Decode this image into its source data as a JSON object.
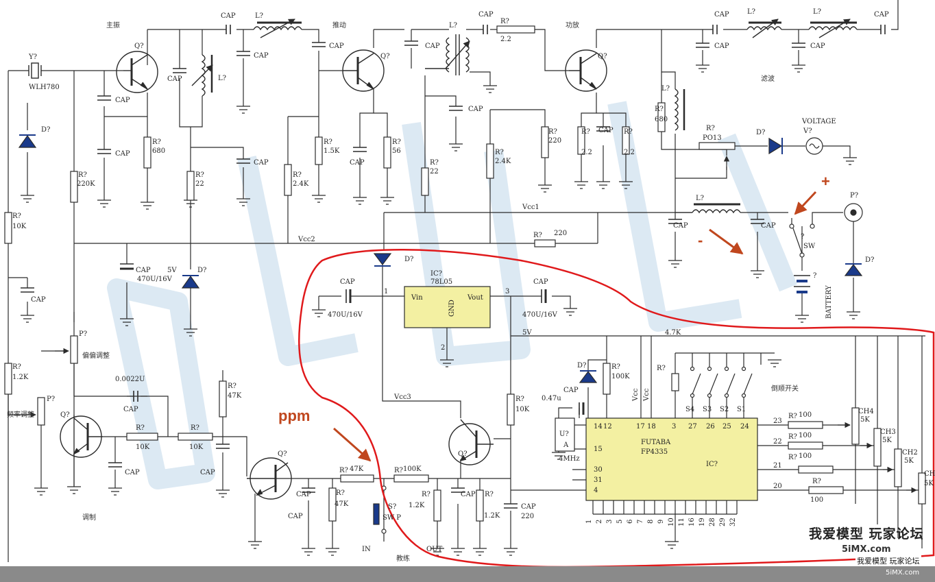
{
  "sections": {
    "main_osc": "主振",
    "driver": "推动",
    "power_amp": "功放",
    "filter": "滤波",
    "bias_adj": "偏偏调整",
    "freq_adj": "频率调整",
    "modulation": "调制",
    "trainer": "教练",
    "channel_switch": "倒顺开关"
  },
  "annotations": {
    "ppm": "ppm",
    "plus": "+",
    "minus": "-"
  },
  "nets": {
    "vcc1": "Vcc1",
    "vcc2": "Vcc2",
    "vcc3": "Vcc3",
    "v5": "5V",
    "r47k_top": "4.7K"
  },
  "crystal": {
    "ref": "Y?",
    "part": "WLH780"
  },
  "regulator": {
    "ref": "IC?",
    "part": "78L05",
    "vin": "Vin",
    "vout": "Vout",
    "gnd": "GND",
    "pin1": "1",
    "pin2": "2",
    "pin3": "3"
  },
  "encoder": {
    "ref": "IC?",
    "maker": "FUTABA",
    "part": "FP4335",
    "pins_left": [
      "14",
      "15",
      "30",
      "31",
      "4"
    ],
    "pin12": "12",
    "pin17": "17",
    "pin18": "18",
    "pins_sw": [
      "3",
      "27",
      "26",
      "25",
      "24"
    ],
    "sw_labels": [
      "S4",
      "S3",
      "S2",
      "S1"
    ],
    "pins_right": [
      "23",
      "22",
      "21",
      "20"
    ],
    "pins_bottom": [
      "1",
      "2",
      "3",
      "5",
      "6",
      "7",
      "8",
      "9",
      "10",
      "11",
      "16",
      "19",
      "28",
      "29",
      "32"
    ],
    "vcc_a": "Vcc",
    "vcc_b": "Vcc"
  },
  "osc_module": {
    "ref": "U?",
    "sub": "A",
    "freq": "4MHz"
  },
  "labels": {
    "transistor": "Q?",
    "inductor": "L?",
    "cap": "CAP",
    "res": "R?",
    "diode": "D?",
    "pot": "P?",
    "sw_ref": "S?",
    "sw": "SW",
    "q_mark": "?",
    "r_10k": "10K",
    "r_1_2k": "1.2K",
    "r_220k": "220K",
    "r_680": "680",
    "r_22": "22",
    "r_2_4k": "2.4K",
    "r_1_5k": "1.5K",
    "r_56": "56",
    "r_220": "220",
    "r_2_2": "2.2",
    "r_47k": "47K",
    "r_100k": "100K",
    "r_100": "100",
    "r_4_7k": "4.7K",
    "c_470u": "470U/16V",
    "c_0022u": "0.0022U",
    "c_047u": "0.47u",
    "c_220": "220",
    "v_5": "5V",
    "po": "PO13",
    "voltage": "VOLTAGE",
    "voltage_ref": "V?",
    "battery": "BATTERY",
    "sw_p": "SW P",
    "in": "IN",
    "out": "OUT",
    "ch4": "CH4",
    "ch3": "CH3",
    "ch2": "CH2",
    "ch1": "CH",
    "pot_5k": "5K"
  },
  "watermark": {
    "site": "我爱模型 玩家论坛",
    "url": "5iMX.com",
    "url2": "我爱模型 玩家论坛",
    "url3": "5iMX.com"
  },
  "colors": {
    "wire": "#2b2b2b",
    "highlight": "#e0191b",
    "arrow": "#c0471e",
    "ic_fill": "#f3f0a2",
    "watermark_tint": "#dce9f3"
  }
}
